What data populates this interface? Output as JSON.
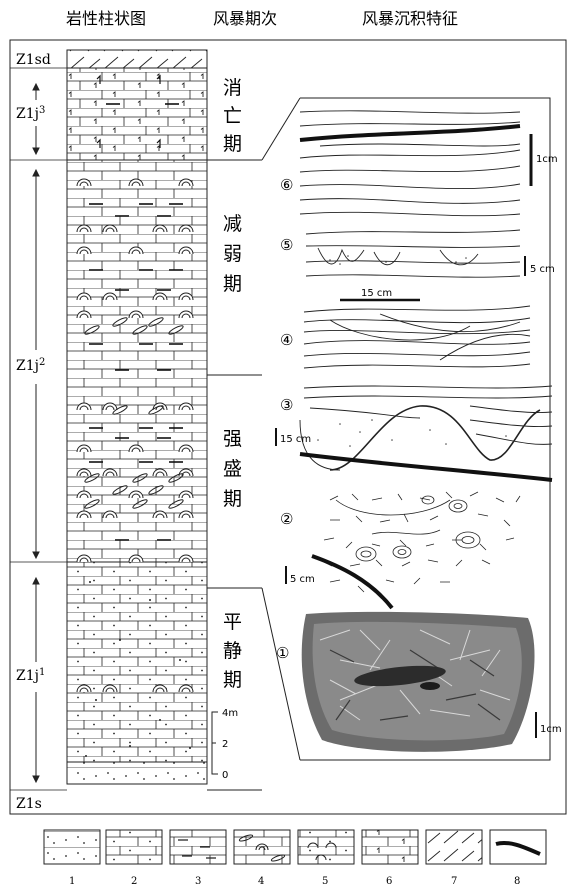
{
  "headers": {
    "column": "岩性柱状图",
    "phase": "风暴期次",
    "features": "风暴沉积特征"
  },
  "units": [
    {
      "base": "Z1",
      "sup": "",
      "tail": "sd"
    },
    {
      "base": "Z1",
      "sup": "3",
      "tail": "j"
    },
    {
      "base": "Z1",
      "sup": "2",
      "tail": "j"
    },
    {
      "base": "Z1",
      "sup": "1",
      "tail": "j"
    },
    {
      "base": "Z1",
      "sup": "",
      "tail": "s"
    }
  ],
  "periods": [
    {
      "chars": [
        "消",
        "亡",
        "期"
      ]
    },
    {
      "chars": [
        "减",
        "弱",
        "期"
      ]
    },
    {
      "chars": [
        "强",
        "盛",
        "期"
      ]
    },
    {
      "chars": [
        "平",
        "静",
        "期"
      ]
    }
  ],
  "scale_bar": {
    "labels": [
      "4m",
      "2",
      "0"
    ]
  },
  "panels": [
    {
      "num": "⑥",
      "scale": "1cm"
    },
    {
      "num": "⑤",
      "scale": "5 cm"
    },
    {
      "num": "④",
      "scale": "15 cm"
    },
    {
      "num": "③",
      "scale": "15 cm"
    },
    {
      "num": "②",
      "scale": "5 cm"
    },
    {
      "num": "①",
      "scale": "1cm"
    }
  ],
  "legend": [
    "1",
    "2",
    "3",
    "4",
    "5",
    "6",
    "7",
    "8"
  ]
}
